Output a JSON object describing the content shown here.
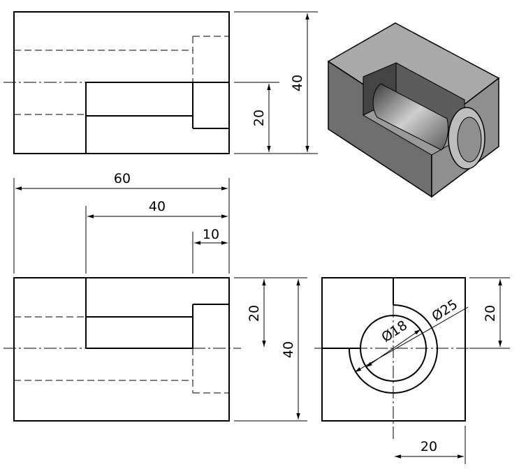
{
  "dimensions": {
    "top_total_height": "40",
    "top_step_height": "20",
    "overall_length": "60",
    "slot_length": "40",
    "step_length": "10",
    "front_step_height": "20",
    "front_total_height": "40",
    "side_upper_height": "20",
    "side_half_width": "20",
    "bore_diameter": "Ø18",
    "counterbore_diameter": "Ø25"
  },
  "colors": {
    "line": "#000000",
    "iso_top": "#a9a9a9",
    "iso_front": "#8f8f8f",
    "iso_side": "#6e6e6e",
    "iso_shadow": "#555555"
  }
}
